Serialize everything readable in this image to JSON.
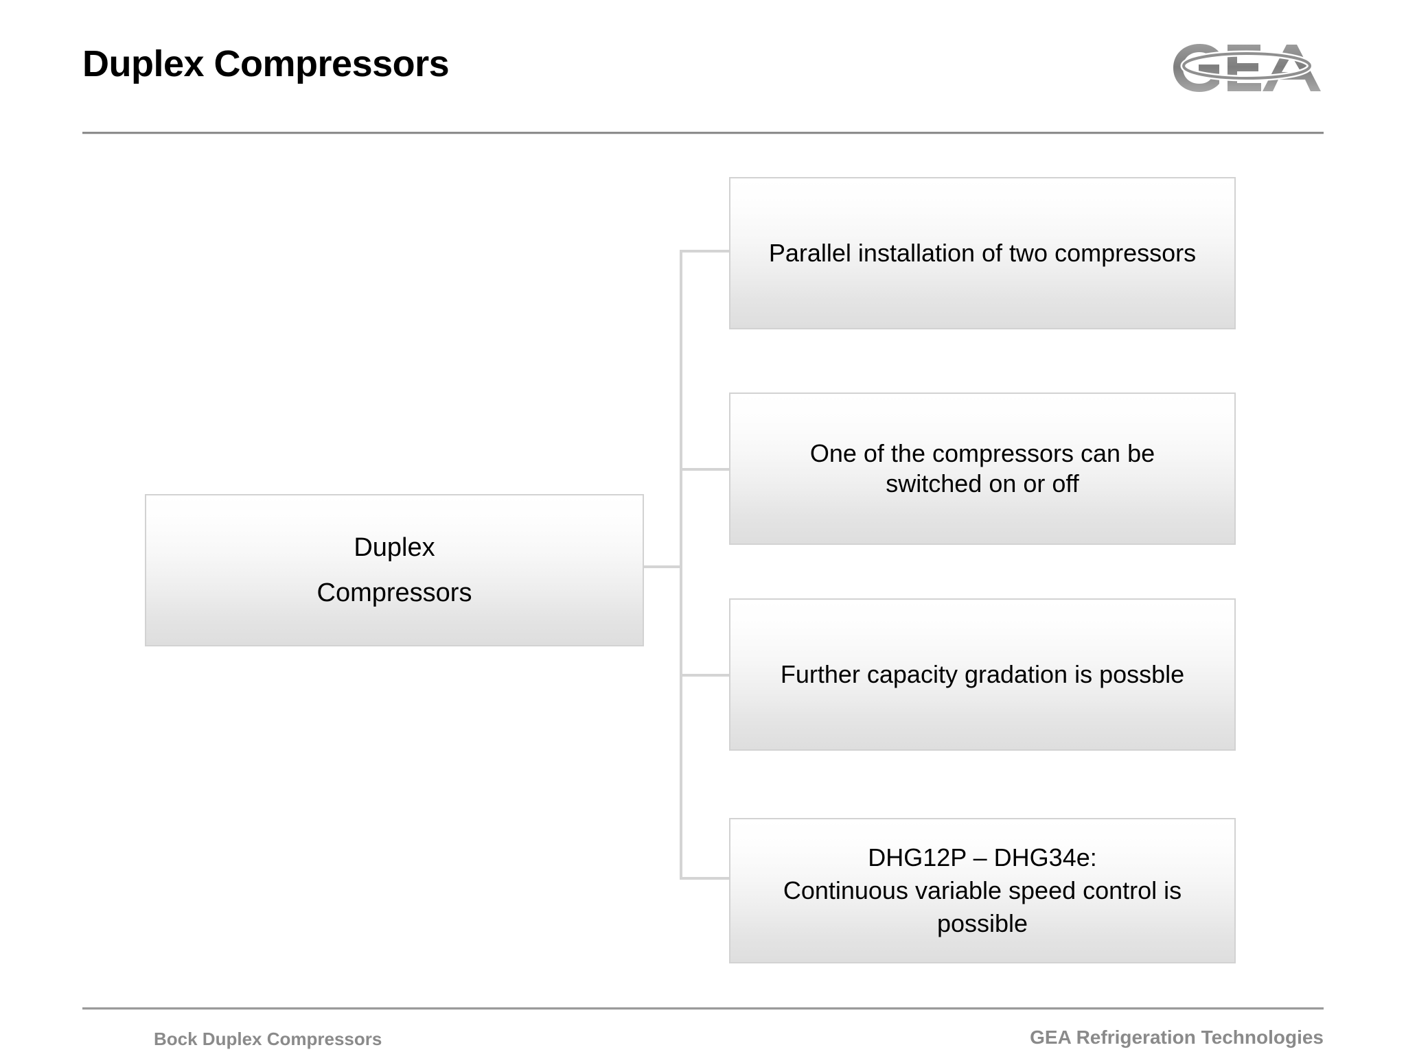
{
  "slide": {
    "title": "Duplex Compressors",
    "logo_name": "gea-logo",
    "logo_text": "GEA",
    "colors": {
      "title_text": "#000000",
      "rule": "#8d8d8d",
      "box_border": "#d2d2d2",
      "box_fill_top": "#ffffff",
      "box_fill_bottom": "#dedede",
      "connector": "#d4d4d4",
      "footer_text": "#8a8a8a",
      "logo_gray": "#8c8c8c"
    }
  },
  "diagram": {
    "type": "tree",
    "root": {
      "line1": "Duplex",
      "line2": "Compressors"
    },
    "branches": [
      {
        "line1": "Parallel installation of two compressors",
        "line2": ""
      },
      {
        "line1": "One of the compressors can be",
        "line2": "switched on or off"
      },
      {
        "line1": "Further capacity gradation is possble",
        "line2": ""
      },
      {
        "line1": "DHG12P – DHG34e:",
        "line2": "Continuous variable speed control is possible"
      }
    ]
  },
  "footer": {
    "left": "Bock Duplex Compressors",
    "right": "GEA Refrigeration Technologies"
  }
}
